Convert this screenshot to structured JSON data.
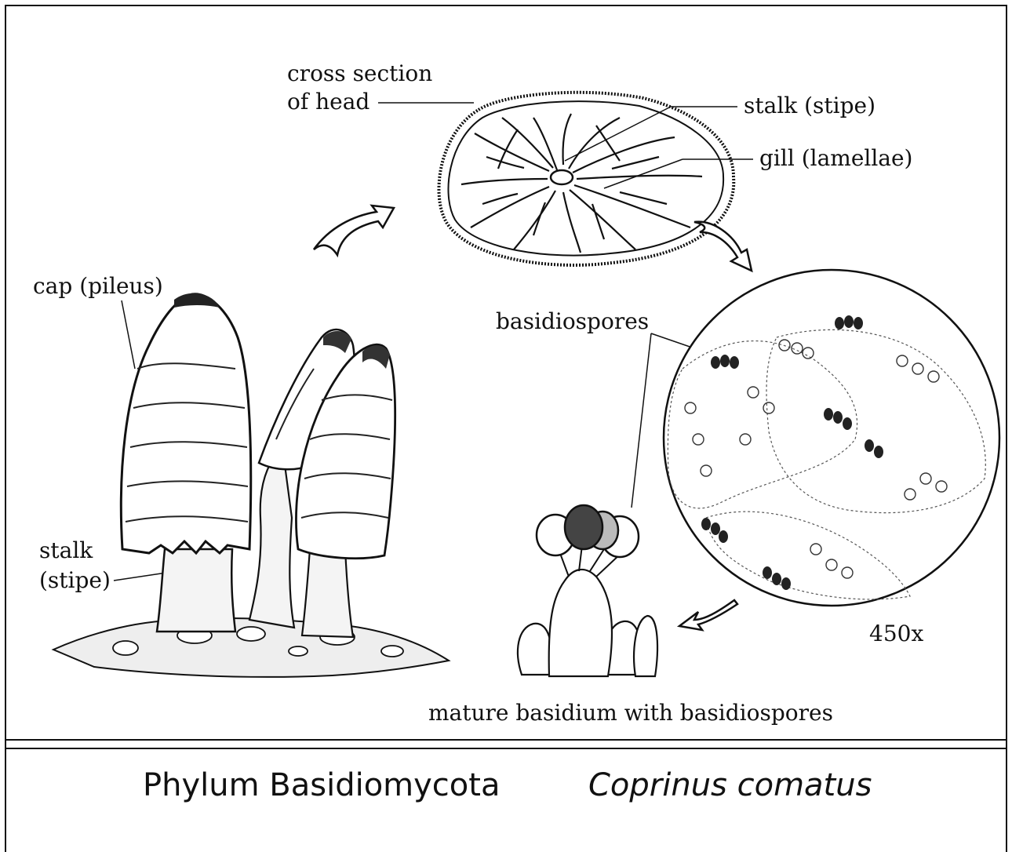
{
  "labels": {
    "cross_section_line1": "cross section",
    "cross_section_line2": "of head",
    "stalk_stipe_top": "stalk (stipe)",
    "gill": "gill (lamellae)",
    "cap": "cap (pileus)",
    "basidiospores": "basidiospores",
    "stalk_line1": "stalk",
    "stalk_line2": "(stipe)",
    "magnification": "450x",
    "mature_basidium": "mature basidium with basidiospores"
  },
  "caption": {
    "phylum": "Phylum Basidiomycota",
    "species": "Coprinus comatus"
  }
}
